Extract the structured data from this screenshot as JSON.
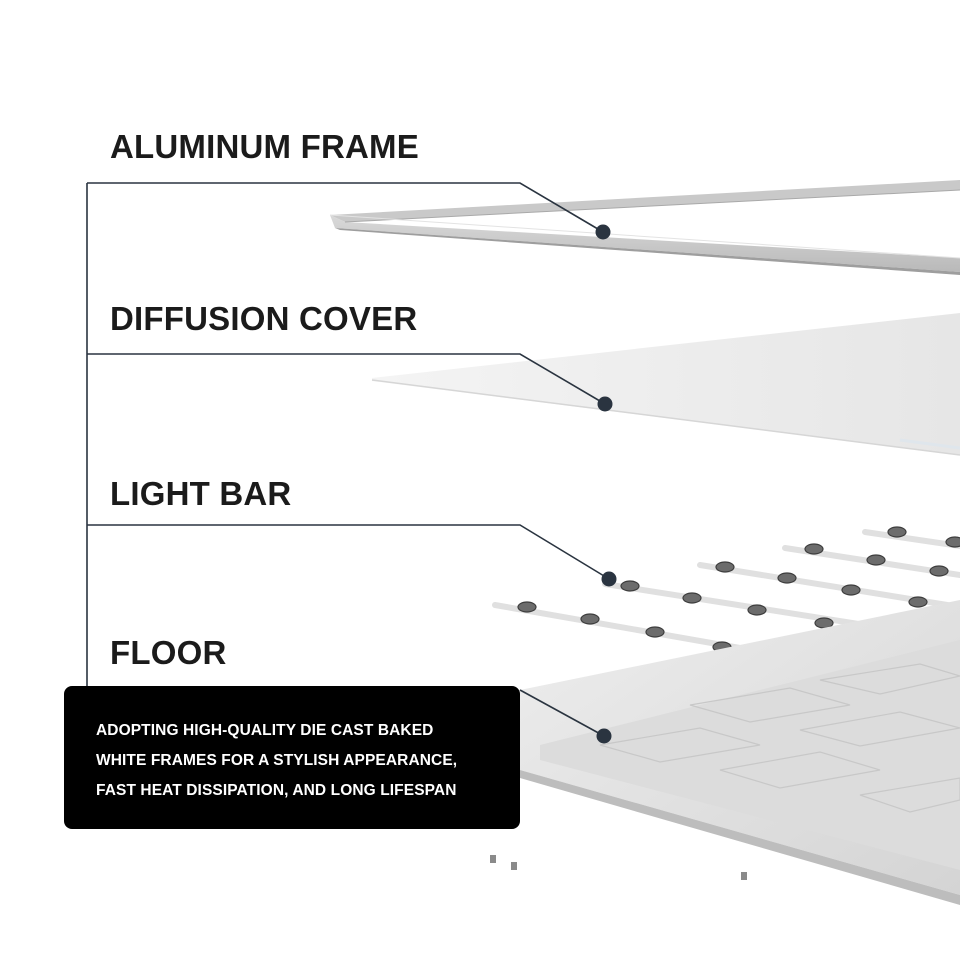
{
  "components": [
    {
      "label": "ALUMINUM FRAME"
    },
    {
      "label": "DIFFUSION COVER"
    },
    {
      "label": "LIGHT BAR"
    },
    {
      "label": "FLOOR"
    }
  ],
  "description": {
    "lines": [
      "ADOPTING HIGH-QUALITY DIE CAST BAKED",
      "WHITE FRAMES FOR A STYLISH APPEARANCE,",
      "FAST HEAT DISSIPATION, AND LONG LIFESPAN"
    ]
  },
  "colors": {
    "text": "#1b1b1b",
    "leader_line": "#2a3440",
    "leader_dot": "#2a3440",
    "box_background": "#000000",
    "box_text": "#ffffff"
  }
}
